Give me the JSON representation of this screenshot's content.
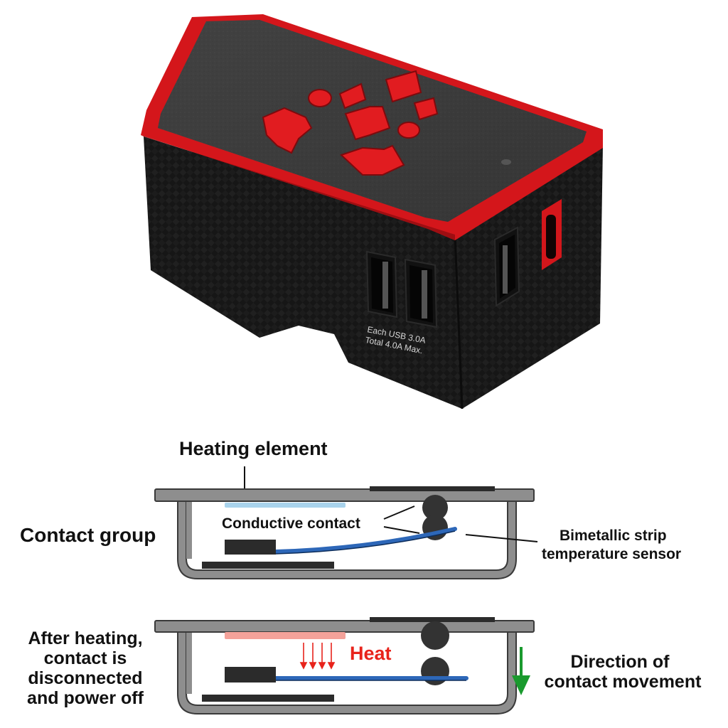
{
  "product": {
    "usb_rating_line1": "Each USB 3.0A",
    "usb_rating_line2": "Total 4.0A Max."
  },
  "diagram": {
    "heating_element_label": "Heating element",
    "contact_group_label": "Contact group",
    "conductive_contact_label": "Conductive contact",
    "bimetal_label_line1": "Bimetallic strip",
    "bimetal_label_line2": "temperature sensor",
    "after_heating_line1": "After heating,",
    "after_heating_line2": "contact is",
    "after_heating_line3": "disconnected",
    "after_heating_line4": "and power off",
    "heat_label": "Heat",
    "direction_line1": "Direction of",
    "direction_line2": "contact movement",
    "colors": {
      "housing": "#8e8e8e",
      "heater_cool": "#a9d3ec",
      "heater_hot": "#f4a29a",
      "strip_blue": "#2d67b8",
      "heat_text": "#e8231b",
      "arrow_green": "#1a9a2e",
      "accent_red": "#d4161b"
    }
  }
}
